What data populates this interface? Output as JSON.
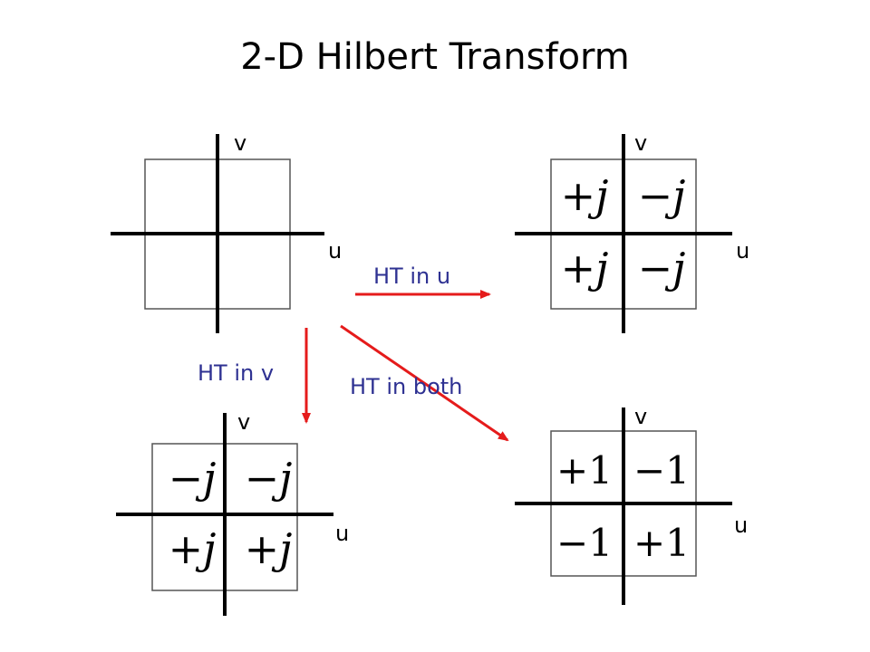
{
  "title": "2-D Hilbert Transform",
  "axis_labels": {
    "u": "u",
    "v": "v"
  },
  "panels": {
    "original": {
      "quadrants": {
        "top_left": "",
        "top_right": "",
        "bottom_left": "",
        "bottom_right": ""
      }
    },
    "ht_u": {
      "quadrants": {
        "top_left": "+j",
        "top_right": "−j",
        "bottom_left": "+j",
        "bottom_right": "−j"
      }
    },
    "ht_v": {
      "quadrants": {
        "top_left": "−j",
        "top_right": "−j",
        "bottom_left": "+j",
        "bottom_right": "+j"
      }
    },
    "ht_both": {
      "quadrants": {
        "top_left": "+1",
        "top_right": "−1",
        "bottom_left": "−1",
        "bottom_right": "+1"
      }
    }
  },
  "transitions": {
    "ht_in_u": "HT in u",
    "ht_in_v": "HT in v",
    "ht_in_both": "HT in both"
  },
  "colors": {
    "arrow": "#E51B1B",
    "operation_label": "#2E3192",
    "axis": "#000000",
    "box": "#555555"
  }
}
